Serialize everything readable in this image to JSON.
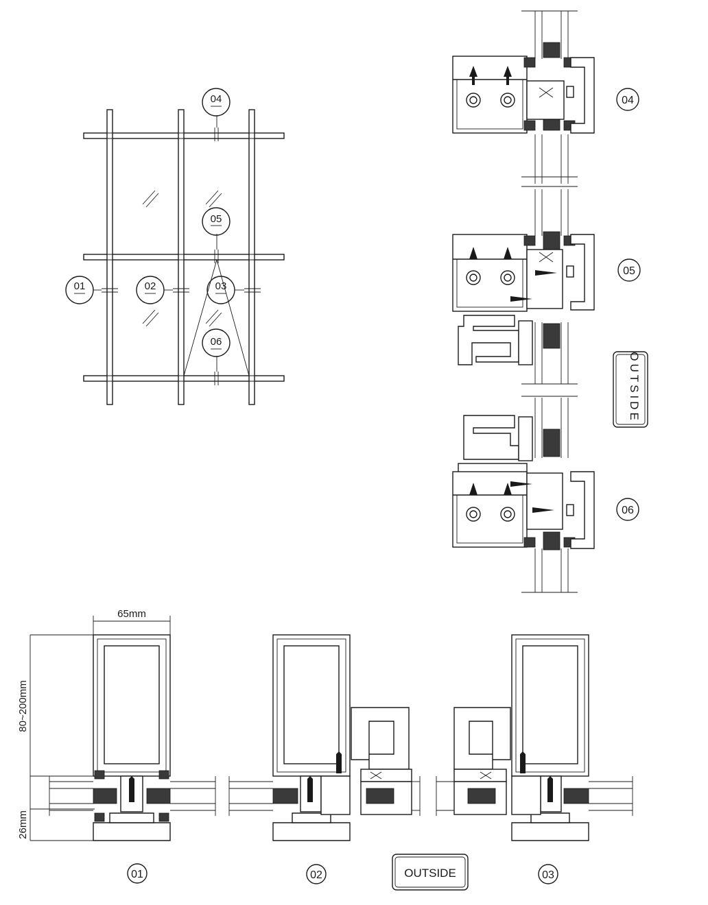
{
  "elevation": {
    "markers": [
      "04",
      "05",
      "01",
      "02",
      "03",
      "06"
    ]
  },
  "vertical_sections": [
    {
      "label": "04"
    },
    {
      "label": "05"
    },
    {
      "label": "06"
    }
  ],
  "horizontal_sections": [
    {
      "label": "01"
    },
    {
      "label": "02"
    },
    {
      "label": "03"
    }
  ],
  "dimensions": {
    "width": "65mm",
    "depth": "80~200mm",
    "cap": "26mm"
  },
  "outside_label_vertical": "OUTSIDE",
  "outside_label_horizontal": "OUTSIDE"
}
